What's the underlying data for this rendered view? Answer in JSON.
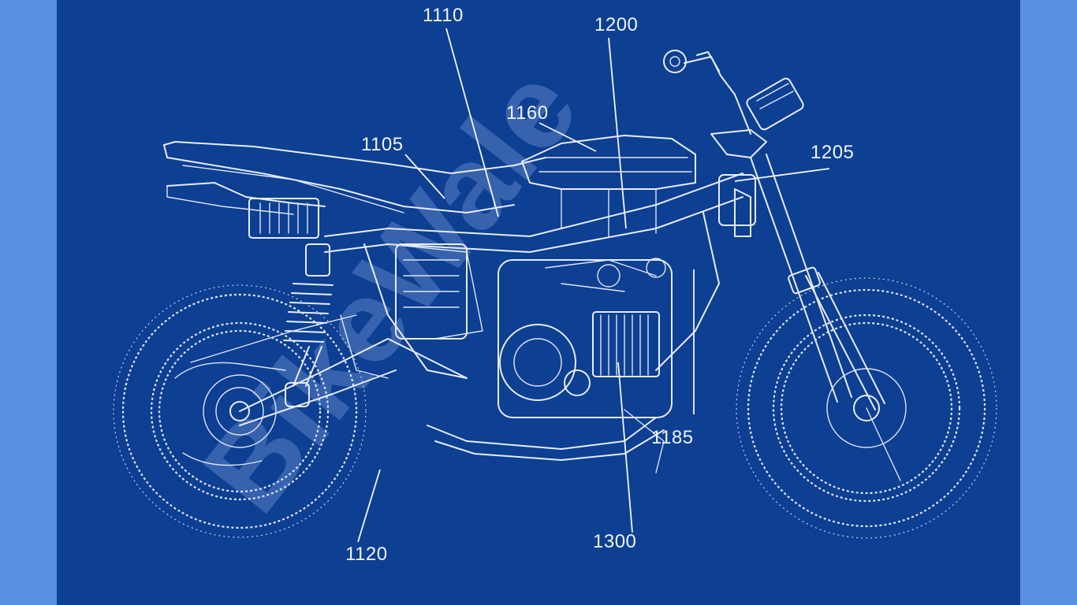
{
  "watermark": "BikeWale",
  "colors": {
    "background": "#0d3f92",
    "side_bars": "#5b8fe0",
    "line": "#e8ecf6",
    "watermark": "#5a7fc4"
  },
  "callouts": [
    {
      "id": "1110",
      "text": "1110"
    },
    {
      "id": "1200",
      "text": "1200"
    },
    {
      "id": "1160",
      "text": "1160"
    },
    {
      "id": "1105",
      "text": "1105"
    },
    {
      "id": "1205",
      "text": "1205"
    },
    {
      "id": "1185",
      "text": "1185"
    },
    {
      "id": "1300",
      "text": "1300"
    },
    {
      "id": "1120",
      "text": "1120"
    }
  ]
}
